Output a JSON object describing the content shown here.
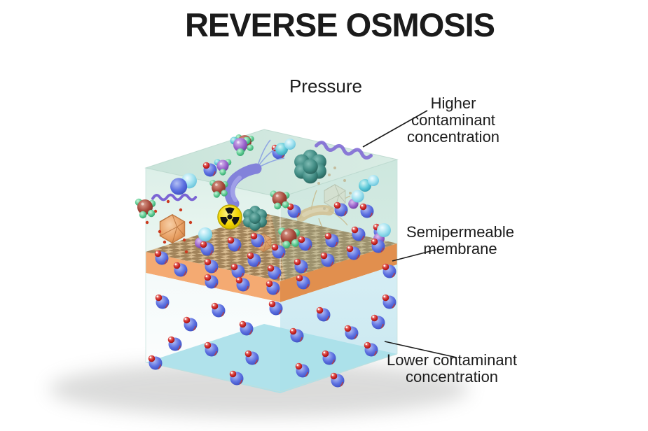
{
  "title": "REVERSE OSMOSIS",
  "labels": {
    "pressure": "Pressure",
    "higher_contaminant": "Higher contaminant concentration",
    "semipermeable_membrane": "Semipermeable membrane",
    "lower_contaminant": "Lower contaminant concentration"
  },
  "diagram": {
    "icons": [
      "water-molecule-icon",
      "contaminant-molecule-icon",
      "bacterium-icon",
      "virus-icon",
      "parasite-worm-icon",
      "radioactive-icon",
      "microbe-cluster-icon",
      "membrane-pore-icon"
    ],
    "colors": {
      "text": "#1c1c1c",
      "membrane_surface": "#d7bb90",
      "membrane_pore": "#a1835a",
      "membrane_edge_front": "#f4aa72",
      "membrane_edge_right": "#e18f4e",
      "upper_water": "#d2eae1",
      "lower_right_water": "#d2ecf3",
      "floor_water": "#a9dfe9",
      "water_molecule_blue": "#5b6fe0",
      "oxygen_red": "#cc2626",
      "radioactive_yellow": "#f2d500",
      "bacterium_purple": "#8282da",
      "microbe_teal": "#3f8a82",
      "virus_orange": "#e8a064"
    }
  }
}
